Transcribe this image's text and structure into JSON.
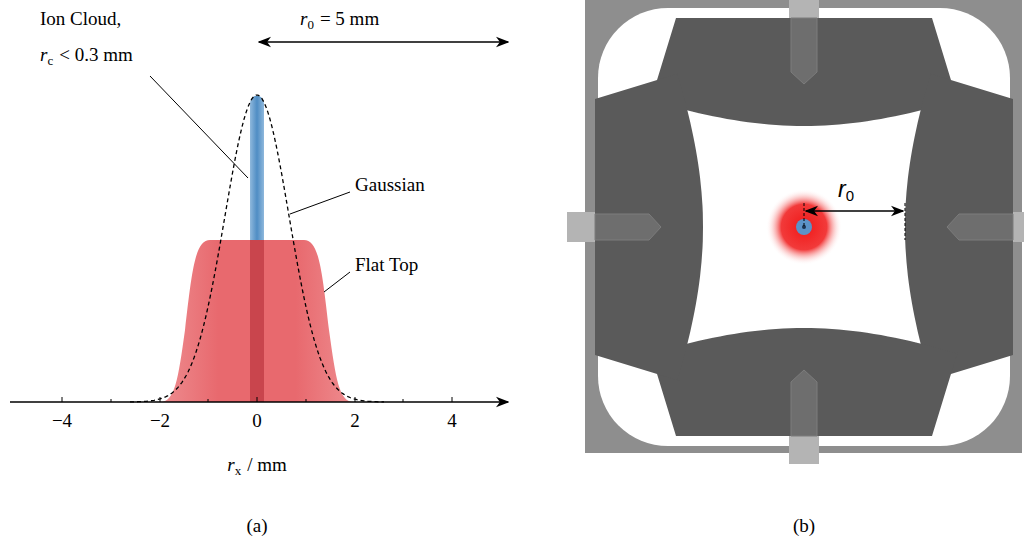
{
  "diagram": {
    "labels": [
      "Ion Cloud,",
      "r",
      "c",
      "< 0.3 mm",
      "r",
      "0",
      "= 5 mm",
      "Gaussian",
      "Flat Top",
      "−4",
      "−2",
      "0",
      "2",
      "4",
      "r",
      "x",
      "/ mm",
      "(a)",
      "r",
      "0",
      "(b)"
    ]
  }
}
